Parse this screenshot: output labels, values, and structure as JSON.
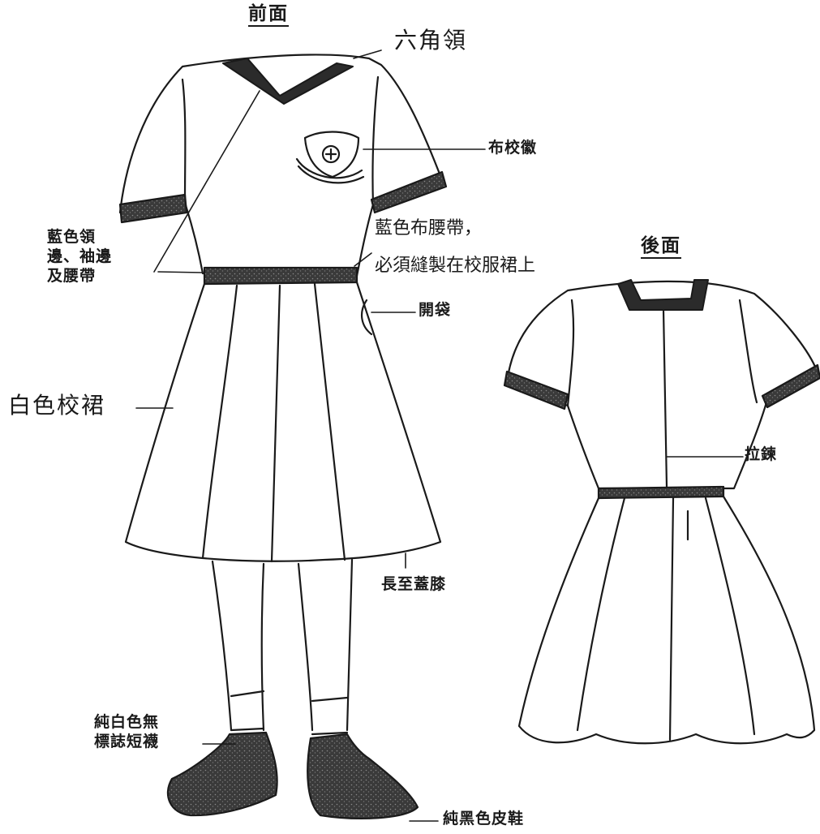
{
  "views": {
    "front_title": "前面",
    "back_title": "後面"
  },
  "labels": {
    "hexagonal_collar": "六角領",
    "cloth_badge": "布校徽",
    "blue_trims_line1": "藍色領",
    "blue_trims_line2": "邊、袖邊",
    "blue_trims_line3": "及腰帶",
    "blue_belt_line1": "藍色布腰帶，",
    "blue_belt_line2": "必須縫製在校服裙上",
    "pocket": "開袋",
    "white_dress": "白色校裙",
    "knee_length": "長至蓋膝",
    "zipper": "拉鍊",
    "socks_line1": "純白色無",
    "socks_line2": "標誌短襪",
    "shoes": "純黑色皮鞋"
  },
  "colors": {
    "ink": "#1a1a1a",
    "trim": "#2b2b2b",
    "paper": "#ffffff"
  }
}
